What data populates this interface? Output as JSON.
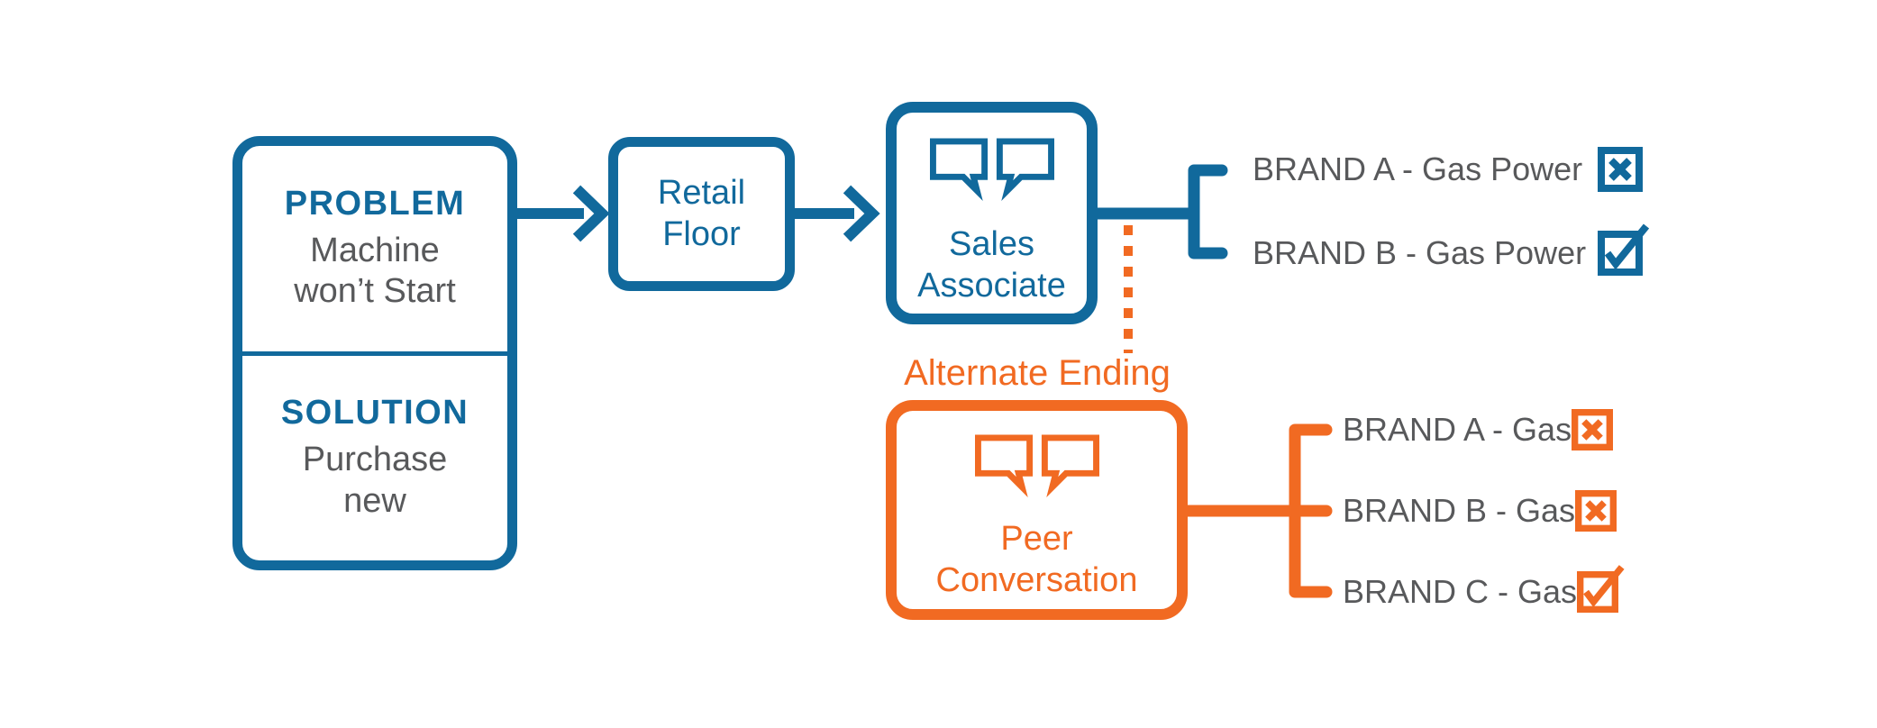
{
  "colors": {
    "blue": "#11699C",
    "orange": "#F16A22",
    "gray": "#58595B"
  },
  "flow": {
    "problem": {
      "heading": "PROBLEM",
      "line1": "Machine",
      "line2": "won’t Start"
    },
    "solution": {
      "heading": "SOLUTION",
      "line1": "Purchase",
      "line2": "new"
    },
    "retail": {
      "line1": "Retail",
      "line2": "Floor"
    },
    "sales": {
      "line1": "Sales",
      "line2": "Associate"
    },
    "peer": {
      "line1": "Peer",
      "line2": "Conversation"
    },
    "alternate_label": "Alternate Ending"
  },
  "icons": {
    "sales_node": "speech-bubbles",
    "peer_node": "speech-bubbles",
    "rejected": "x-box-checkbox",
    "selected": "check-box-checkbox"
  },
  "sales_outcomes": [
    {
      "label": "BRAND A - Gas Power",
      "result": "rejected"
    },
    {
      "label": "BRAND B - Gas Power",
      "result": "selected"
    }
  ],
  "peer_outcomes": [
    {
      "label": "BRAND A - Gas",
      "result": "rejected"
    },
    {
      "label": "BRAND B - Gas",
      "result": "rejected"
    },
    {
      "label": "BRAND C - Gas",
      "result": "selected"
    }
  ]
}
